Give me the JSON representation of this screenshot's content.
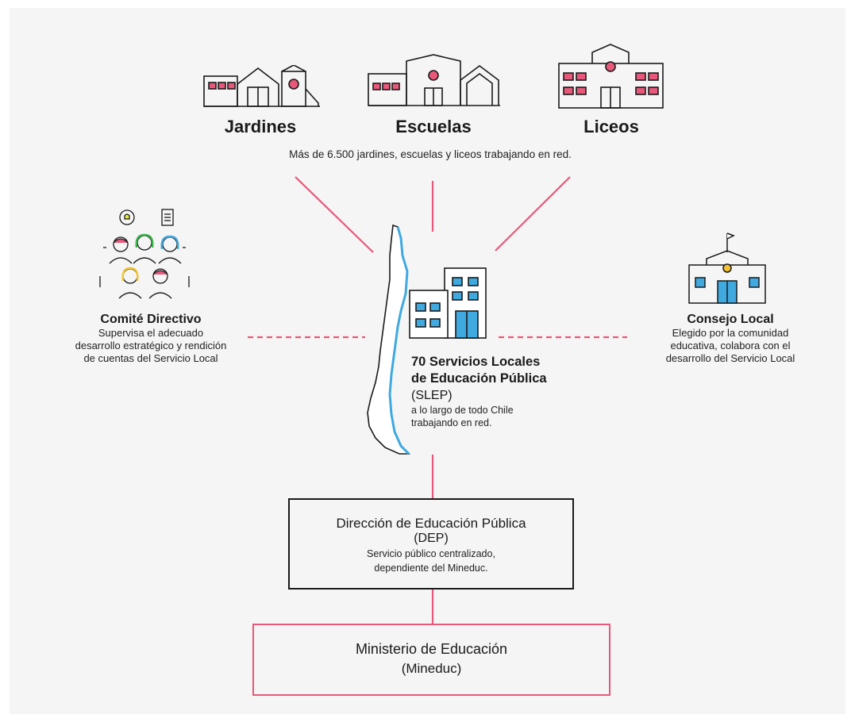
{
  "institutions": {
    "jardines": "Jardines",
    "escuelas": "Escuelas",
    "liceos": "Liceos",
    "subtitle": "Más de 6.500 jardines, escuelas y liceos trabajando en red."
  },
  "comite": {
    "title": "Comité Directivo",
    "desc": [
      "Supervisa el adecuado",
      "desarrollo estratégico y rendición",
      "de cuentas del Servicio Local"
    ]
  },
  "consejo": {
    "title": "Consejo Local",
    "desc": [
      "Elegido por la comunidad",
      "educativa, colabora con el",
      "desarrollo del Servicio Local"
    ]
  },
  "slep": {
    "title_line1": "70 Servicios Locales",
    "title_line2": "de Educación Pública",
    "acronym": "(SLEP)",
    "desc_line1": "a lo largo de todo Chile",
    "desc_line2": "trabajando en red."
  },
  "dep": {
    "title": "Dirección de Educación Pública",
    "acronym": "(DEP)",
    "desc_line1": "Servicio público centralizado,",
    "desc_line2": "dependiente del Mineduc."
  },
  "mineduc": {
    "title": "Ministerio de Educación",
    "acronym": "(Mineduc)"
  },
  "colors": {
    "pink": "#e8587a",
    "blue": "#3fa9e0",
    "black": "#1a1a1a"
  }
}
